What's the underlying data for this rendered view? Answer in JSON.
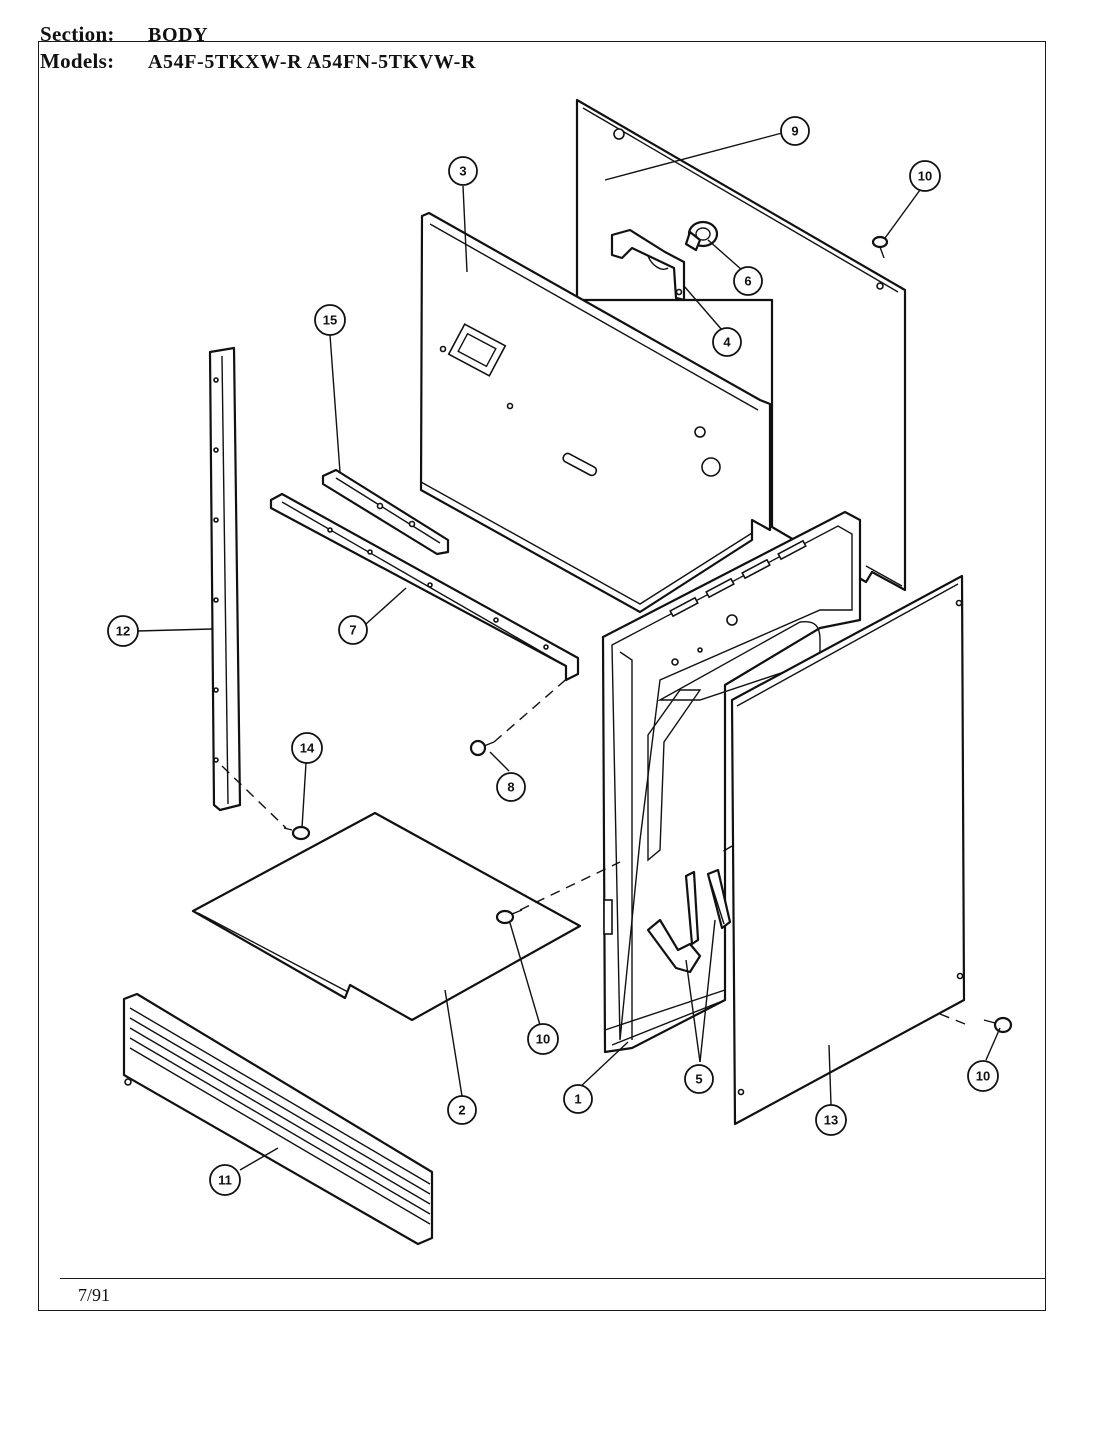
{
  "header": {
    "section_label": "Section:",
    "section_value": "BODY",
    "models_label": "Models:",
    "models_value": "A54F-5TKXW-R  A54FN-5TKVW-R"
  },
  "footer": {
    "date": "7/91"
  },
  "callouts": {
    "c1": "1",
    "c2": "2",
    "c3": "3",
    "c4": "4",
    "c5": "5",
    "c6": "6",
    "c7": "7",
    "c8": "8",
    "c9": "9",
    "c10a": "10",
    "c10b": "10",
    "c10c": "10",
    "c11": "11",
    "c12": "12",
    "c13": "13",
    "c14": "14",
    "c15": "15"
  }
}
